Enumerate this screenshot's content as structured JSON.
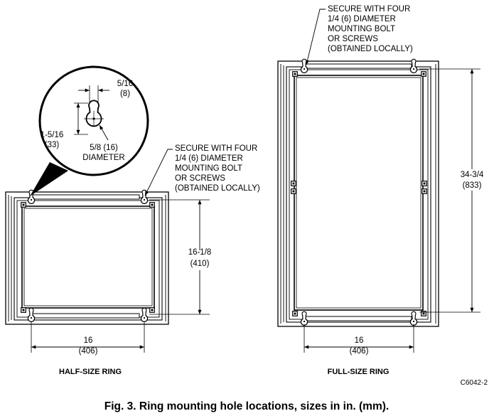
{
  "detail": {
    "slot_width": "5/16",
    "slot_width_mm": "(8)",
    "slot_height": "1-5/16",
    "slot_height_mm": "(33)",
    "hole_dia": "5/8 (16)",
    "hole_dia_word": "DIAMETER"
  },
  "half": {
    "note": [
      "SECURE WITH FOUR",
      "1/4 (6) DIAMETER",
      "MOUNTING BOLT",
      "OR SCREWS",
      "(OBTAINED LOCALLY)"
    ],
    "height": "16-1/8",
    "height_mm": "(410)",
    "width": "16",
    "width_mm": "(406)",
    "name": "HALF-SIZE RING"
  },
  "full": {
    "note": [
      "SECURE WITH FOUR",
      "1/4 (6) DIAMETER",
      "MOUNTING BOLT",
      "OR SCREWS",
      "(OBTAINED LOCALLY)"
    ],
    "height": "34-3/4",
    "height_mm": "(833)",
    "width": "16",
    "width_mm": "(406)",
    "name": "FULL-SIZE RING"
  },
  "figure_code": "C6042-2",
  "caption": "Fig. 3. Ring mounting hole locations, sizes in in. (mm)."
}
